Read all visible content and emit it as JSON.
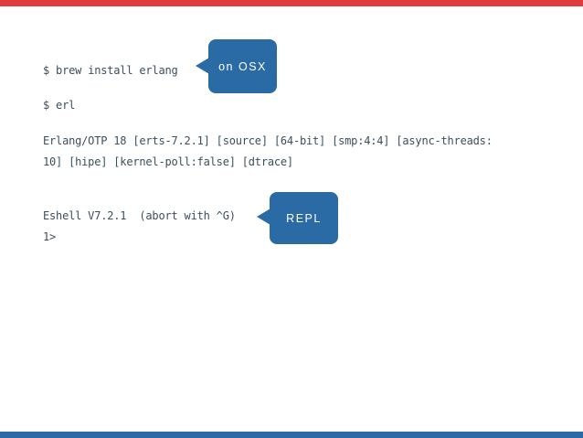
{
  "colors": {
    "accent-red": "#e23b3e",
    "accent-blue": "#2a6ba5",
    "terminal-text": "#3b4f5c",
    "background": "#ffffff",
    "callout-text": "#ffffff"
  },
  "terminal": {
    "lines": [
      {
        "text": "$ brew install erlang"
      },
      {
        "text": "$ erl"
      },
      {
        "text": "Erlang/OTP 18 [erts-7.2.1] [source] [64-bit] [smp:4:4] [async-threads:"
      },
      {
        "text": "10] [hipe] [kernel-poll:false] [dtrace]"
      },
      {
        "text": "Eshell V7.2.1  (abort with ^G)"
      },
      {
        "text": "1>"
      }
    ]
  },
  "callouts": [
    {
      "label": "on OSX"
    },
    {
      "label": "REPL"
    }
  ]
}
